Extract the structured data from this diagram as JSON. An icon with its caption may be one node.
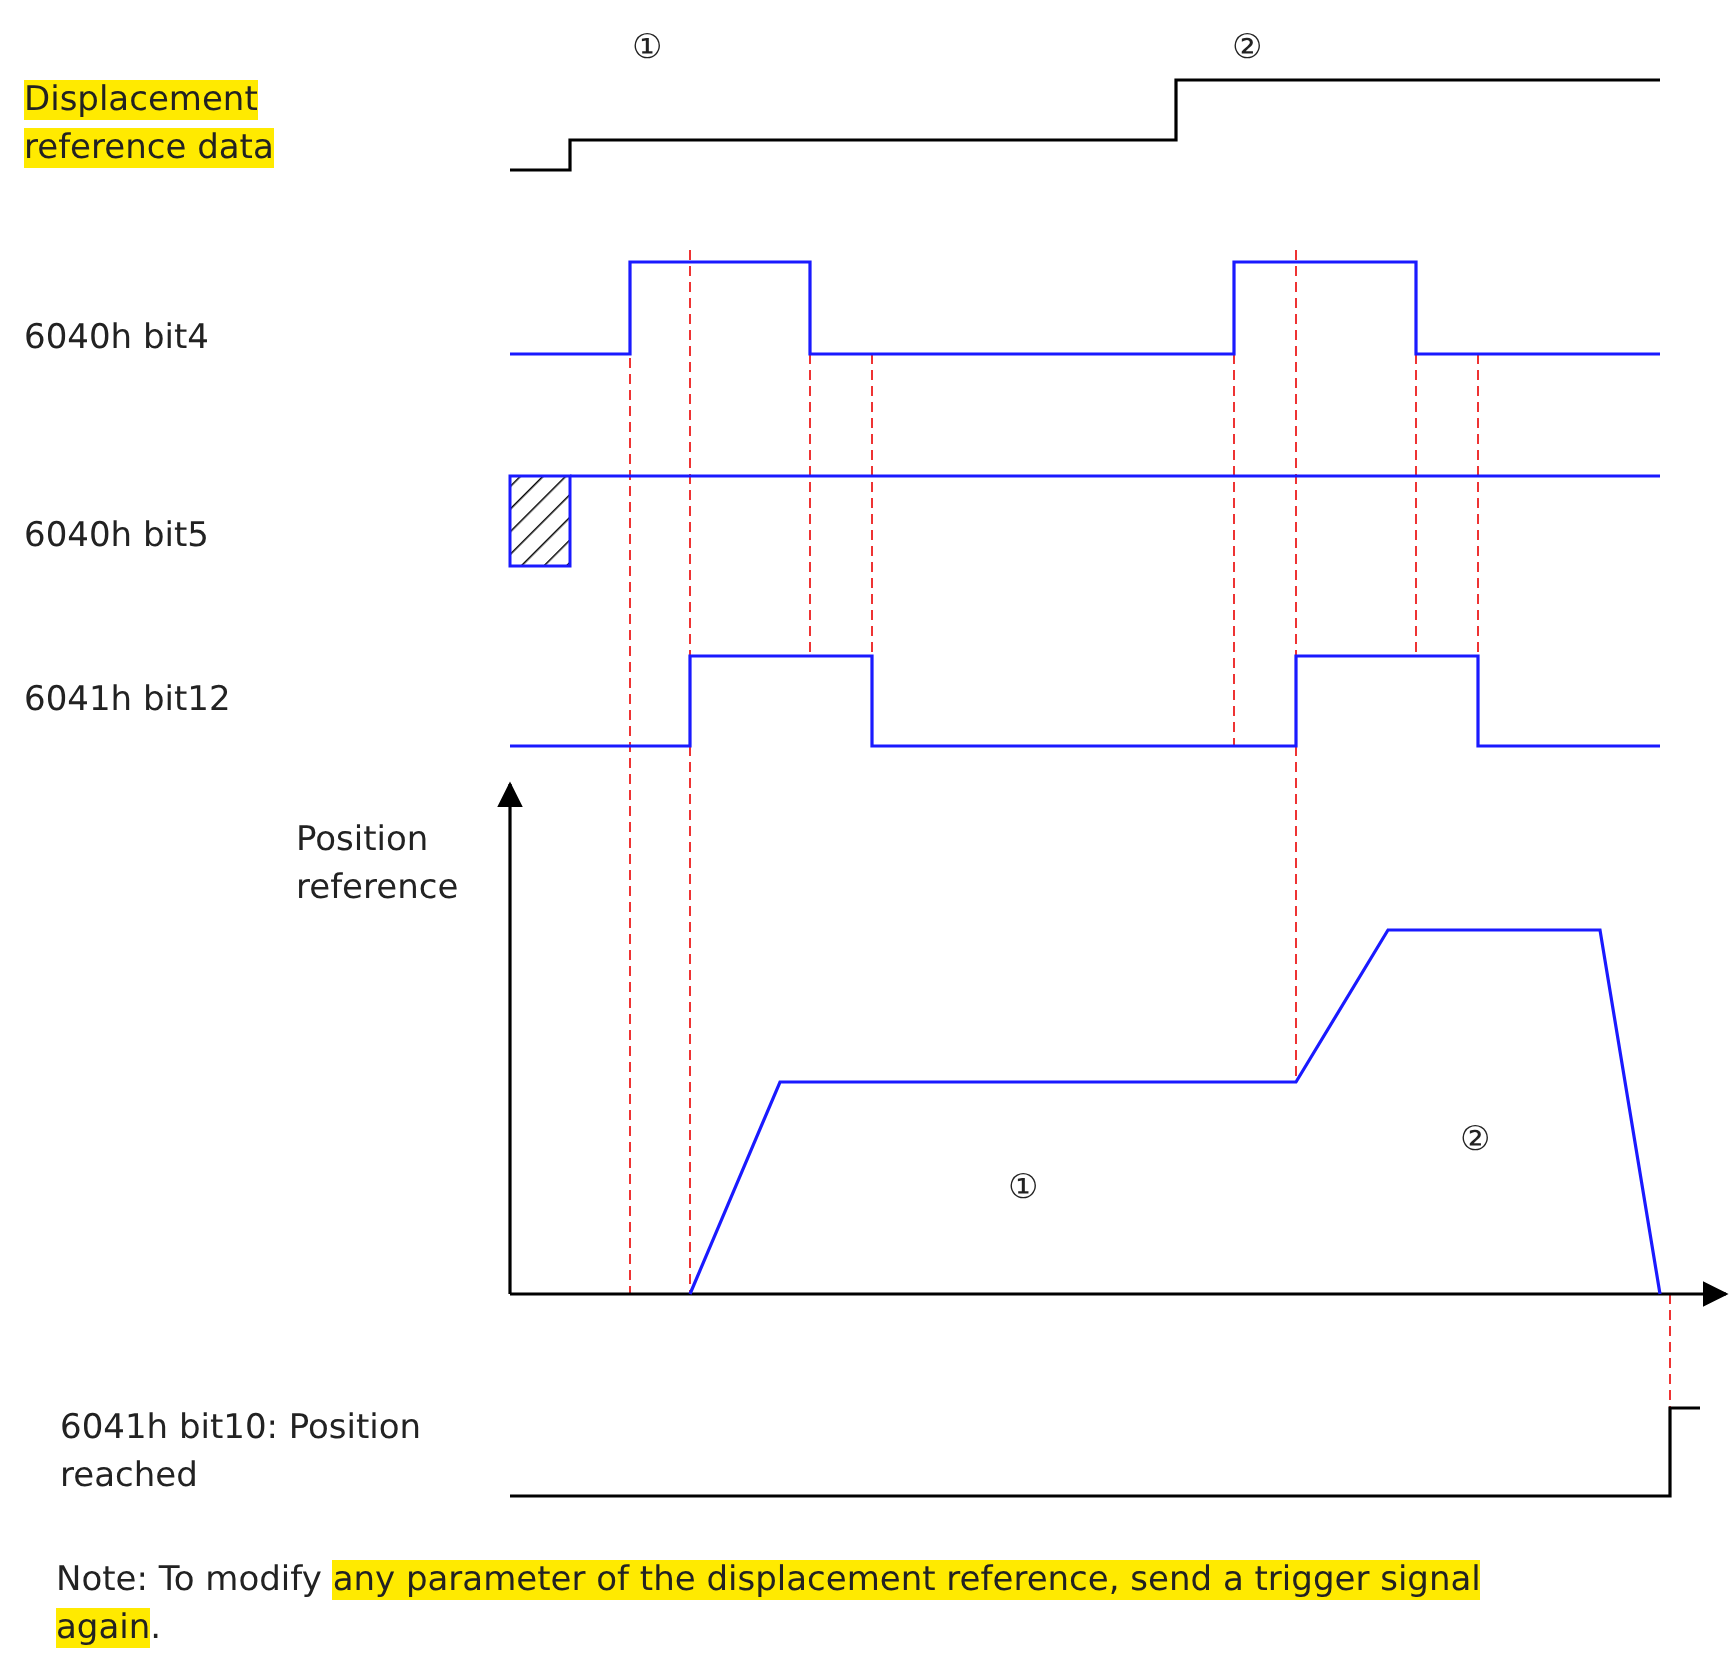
{
  "diagram": {
    "labels": [
      "①",
      "②",
      "Displacement reference data",
      "6040h bit4",
      "6040h bit5",
      "6041h bit12",
      "Position reference",
      "②",
      "①",
      "6041h bit10: Position reached",
      "Note: To modify ",
      "any parameter of the displacement reference, send a trigger signal again",
      "."
    ]
  }
}
